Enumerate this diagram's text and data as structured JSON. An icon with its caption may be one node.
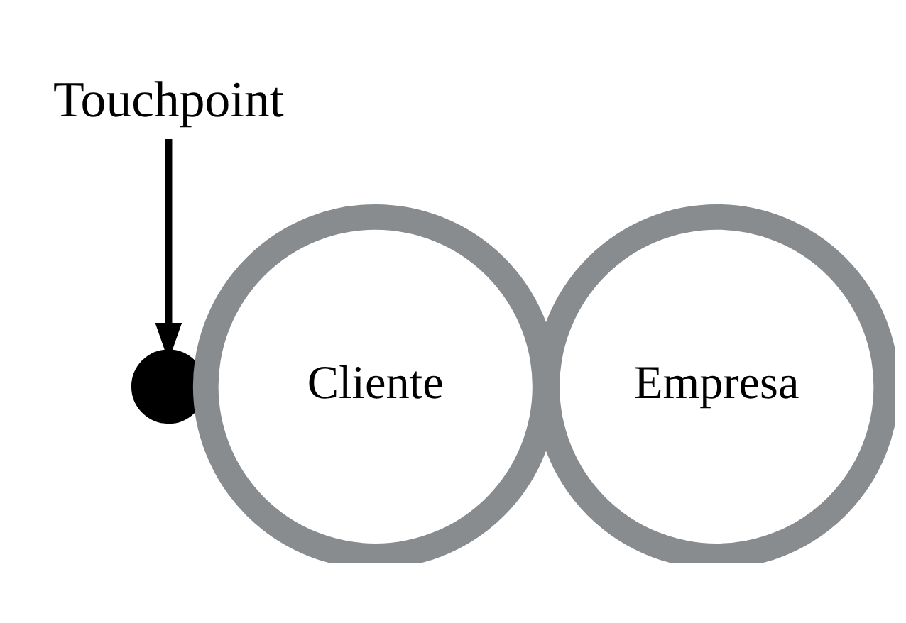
{
  "diagram": {
    "nodes": [
      {
        "text": [
          "Touchpoint"
        ]
      },
      {
        "text": [
          "Cliente"
        ]
      },
      {
        "text": [],
        "shape": "circle"
      },
      {
        "text": [
          "Empresa"
        ]
      }
    ],
    "edges": [
      {
        "from": 0,
        "to": 2,
        "arrow": "to"
      }
    ]
  }
}
